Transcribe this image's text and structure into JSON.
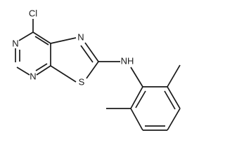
{
  "molecule": {
    "atoms": {
      "cl": "Cl",
      "n_pyrimidine_top": "N",
      "n_pyrimidine_bottom": "N",
      "n_thiazole": "N",
      "s_thiazole": "S",
      "nh": "NH"
    }
  }
}
